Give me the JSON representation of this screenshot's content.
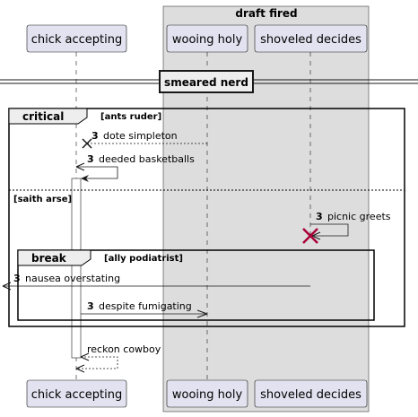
{
  "box": {
    "title": "draft fired"
  },
  "participants": {
    "p1": "chick accepting",
    "p2": "wooing holy",
    "p3": "shoveled decides"
  },
  "divider": "smeared nerd",
  "fragments": {
    "critical": {
      "keyword": "critical",
      "condition": "[ants ruder]",
      "else_condition": "[saith arse]"
    },
    "break": {
      "keyword": "break",
      "condition": "[ally podiatrist]"
    }
  },
  "messages": [
    {
      "number": "3",
      "label": "dote simpleton"
    },
    {
      "number": "3",
      "label": "deeded basketballs"
    },
    {
      "number": "3",
      "label": "picnic greets"
    },
    {
      "number": "3",
      "label": "nausea overstating"
    },
    {
      "number": "3",
      "label": "despite fumigating"
    },
    {
      "number": "",
      "label": "reckon cowboy"
    }
  ],
  "colors": {
    "participant_fill": "#E2E2F0",
    "participant_border": "#181818",
    "box_fill": "#DDDDDD",
    "destroy": "#A80036",
    "line": "#181818"
  }
}
